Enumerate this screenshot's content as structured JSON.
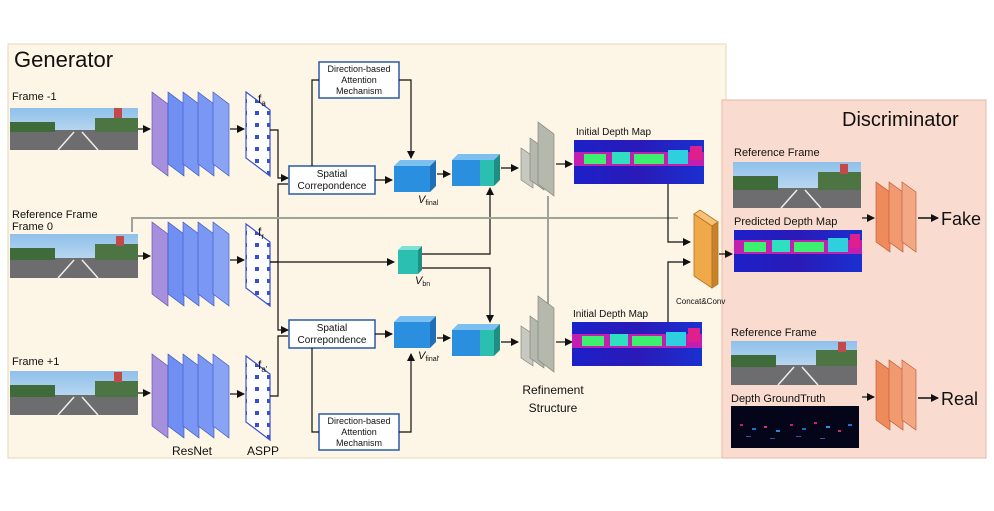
{
  "generator": {
    "title": "Generator",
    "frame_minus1": "Frame -1",
    "reference_frame": "Reference Frame",
    "frame0": "Frame 0",
    "frame_plus1": "Frame +1",
    "resnet": "ResNet",
    "aspp": "ASPP",
    "f_a": "f",
    "f_a_sub": "a",
    "f_r": "f",
    "f_r_sub": "r",
    "f_a2": "f",
    "f_a2_sub": "a'",
    "attention_top": [
      "Direction-based",
      "Attention",
      "Mechanism"
    ],
    "attention_bottom": [
      "Direction-based",
      "Attention",
      "Mechanism"
    ],
    "spatial_top": [
      "Spatial",
      "Correpondence"
    ],
    "spatial_bottom": [
      "Spatial",
      "Correpondence"
    ],
    "v_final": "V",
    "v_final_sub": "final",
    "v_bn": "V",
    "v_bn_sub": "bn",
    "v_final2": "V",
    "v_final2_sub": "final'",
    "initial_depth_top": "Initial Depth Map",
    "initial_depth_bottom": "Initial Depth Map",
    "refinement": [
      "Refinement",
      "Structure"
    ],
    "concat": "Concat&Conv"
  },
  "discriminator": {
    "title": "Discriminator",
    "reference_frame_top": "Reference Frame",
    "predicted_depth": "Predicted Depth Map",
    "fake": "Fake",
    "reference_frame_bottom": "Reference Frame",
    "depth_gt": "Depth GroundTruth",
    "real": "Real"
  },
  "colors": {
    "generator_bg": "#fdf5e6",
    "discriminator_bg": "#f9dccf",
    "resnet_purple": "#a68fdc",
    "resnet_blue": "#6f8ff2",
    "aspp_blue": "#5b72e8",
    "cube_blue": "#2b8fe0",
    "cube_teal": "#2bbfb0",
    "refinement_gray": "#b5b8ad",
    "concat_orange": "#f0a94a",
    "disc_orange": "#ef8a5c"
  }
}
